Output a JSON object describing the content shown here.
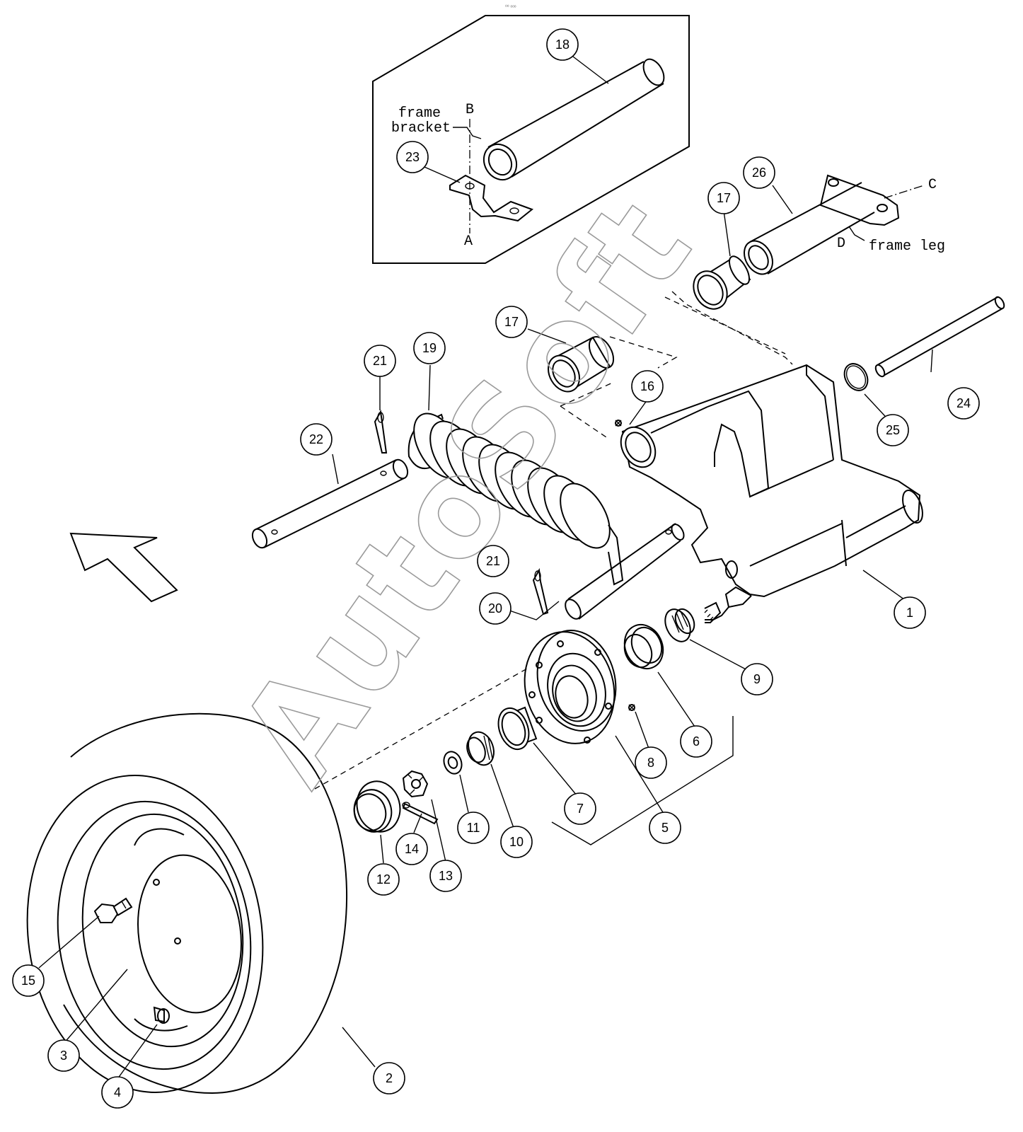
{
  "watermark": "AutoSoft",
  "top_marker": "⁰⁰ ᵒᵒᵒ",
  "text_labels": {
    "frame_bracket_line1": "frame",
    "frame_bracket_line2": "bracket",
    "frame_leg": "frame leg",
    "point_a": "A",
    "point_b": "B",
    "point_c": "C",
    "point_d": "D"
  },
  "callouts": [
    {
      "id": "c1",
      "label": "1"
    },
    {
      "id": "c2",
      "label": "2"
    },
    {
      "id": "c3",
      "label": "3"
    },
    {
      "id": "c4",
      "label": "4"
    },
    {
      "id": "c5",
      "label": "5"
    },
    {
      "id": "c6",
      "label": "6"
    },
    {
      "id": "c7",
      "label": "7"
    },
    {
      "id": "c8",
      "label": "8"
    },
    {
      "id": "c9",
      "label": "9"
    },
    {
      "id": "c10",
      "label": "10"
    },
    {
      "id": "c11",
      "label": "11"
    },
    {
      "id": "c12",
      "label": "12"
    },
    {
      "id": "c13",
      "label": "13"
    },
    {
      "id": "c14",
      "label": "14"
    },
    {
      "id": "c15",
      "label": "15"
    },
    {
      "id": "c16",
      "label": "16"
    },
    {
      "id": "c17a",
      "label": "17"
    },
    {
      "id": "c17b",
      "label": "17"
    },
    {
      "id": "c18",
      "label": "18"
    },
    {
      "id": "c19",
      "label": "19"
    },
    {
      "id": "c20",
      "label": "20"
    },
    {
      "id": "c21a",
      "label": "21"
    },
    {
      "id": "c21b",
      "label": "21"
    },
    {
      "id": "c22",
      "label": "22"
    },
    {
      "id": "c23",
      "label": "23"
    },
    {
      "id": "c24",
      "label": "24"
    },
    {
      "id": "c25",
      "label": "25"
    },
    {
      "id": "c26",
      "label": "26"
    }
  ]
}
